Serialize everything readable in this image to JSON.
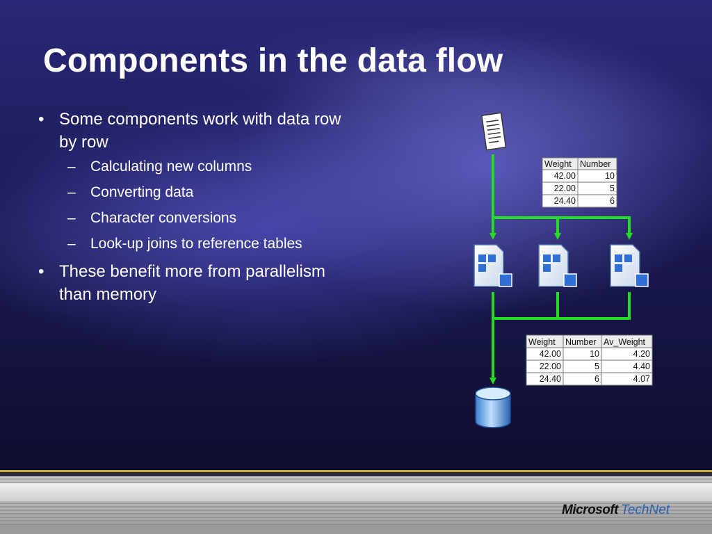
{
  "slide": {
    "title": "Components in the data flow",
    "bullets": [
      {
        "text": "Some components work with data row by row_",
        "line1": "Some components work with data row",
        "line2": "by row"
      },
      {
        "line1": "These benefit more from parallelism",
        "line2": "than memory"
      }
    ],
    "subbullets": [
      "Calculating new columns",
      "Converting data",
      "Character conversions",
      "Look-up joins to reference tables"
    ],
    "bullet_char": "•",
    "dash_char": "–"
  },
  "table_top": {
    "headers": [
      "Weight",
      "Number"
    ],
    "rows": [
      [
        "42.00",
        "10"
      ],
      [
        "22.00",
        "5"
      ],
      [
        "24.40",
        "6"
      ]
    ]
  },
  "table_bottom": {
    "headers": [
      "Weight",
      "Number",
      "Av_Weight"
    ],
    "rows": [
      [
        "42.00",
        "10",
        "4.20"
      ],
      [
        "22.00",
        "5",
        "4.40"
      ],
      [
        "24.40",
        "6",
        "4.07"
      ]
    ]
  },
  "diagram": {
    "source_icon": "document-icon",
    "transform_icons": [
      "transform-icon",
      "transform-icon",
      "transform-icon"
    ],
    "destination_icon": "database-cylinder-icon",
    "flow_color": "#22dd22"
  },
  "footer": {
    "logo_microsoft": "Microsoft",
    "logo_technet": "TechNet"
  }
}
